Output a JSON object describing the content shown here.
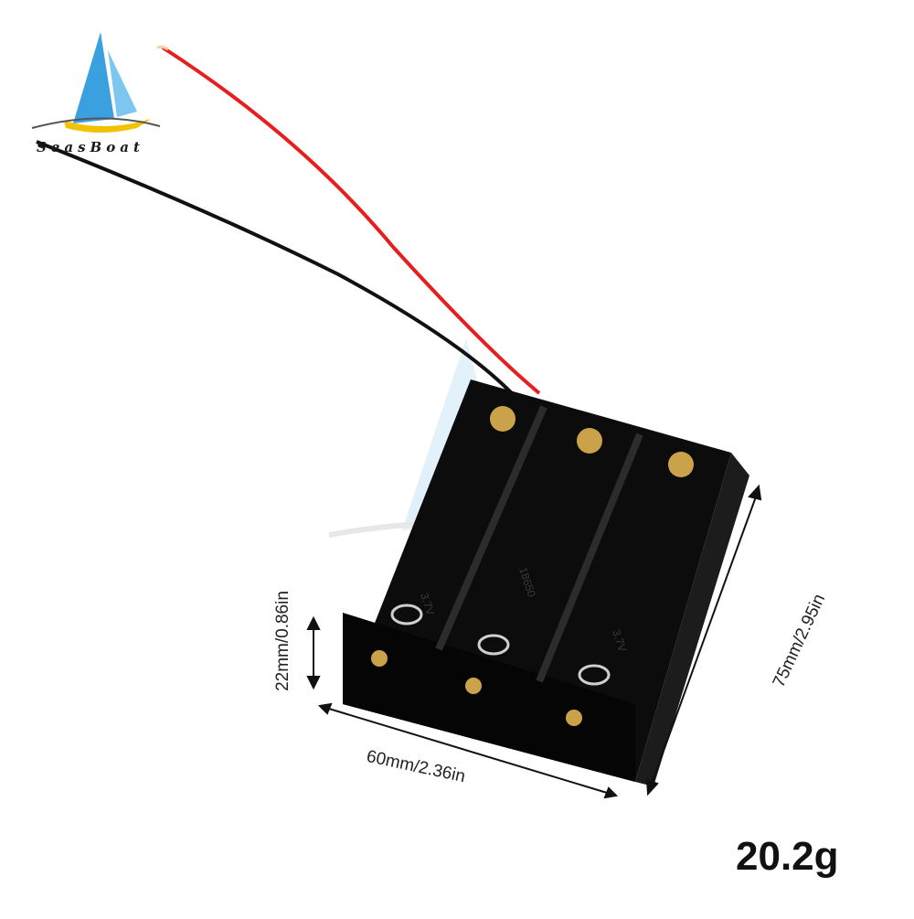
{
  "brand": {
    "name": "SeasBoat"
  },
  "product": {
    "dimensions": {
      "width": "60mm/2.36in",
      "height": "22mm/0.86in",
      "length": "75mm/2.95in"
    },
    "weight": "20.2g",
    "slot_labels": [
      "3.7V",
      "18650",
      "3.7V"
    ]
  },
  "colors": {
    "wire_positive": "#e61e1e",
    "wire_negative": "#111111",
    "case": "#0c0c0c",
    "contact": "#c9a24a",
    "logo_sail": "#3aa0e0",
    "logo_hull": "#f2c200"
  }
}
